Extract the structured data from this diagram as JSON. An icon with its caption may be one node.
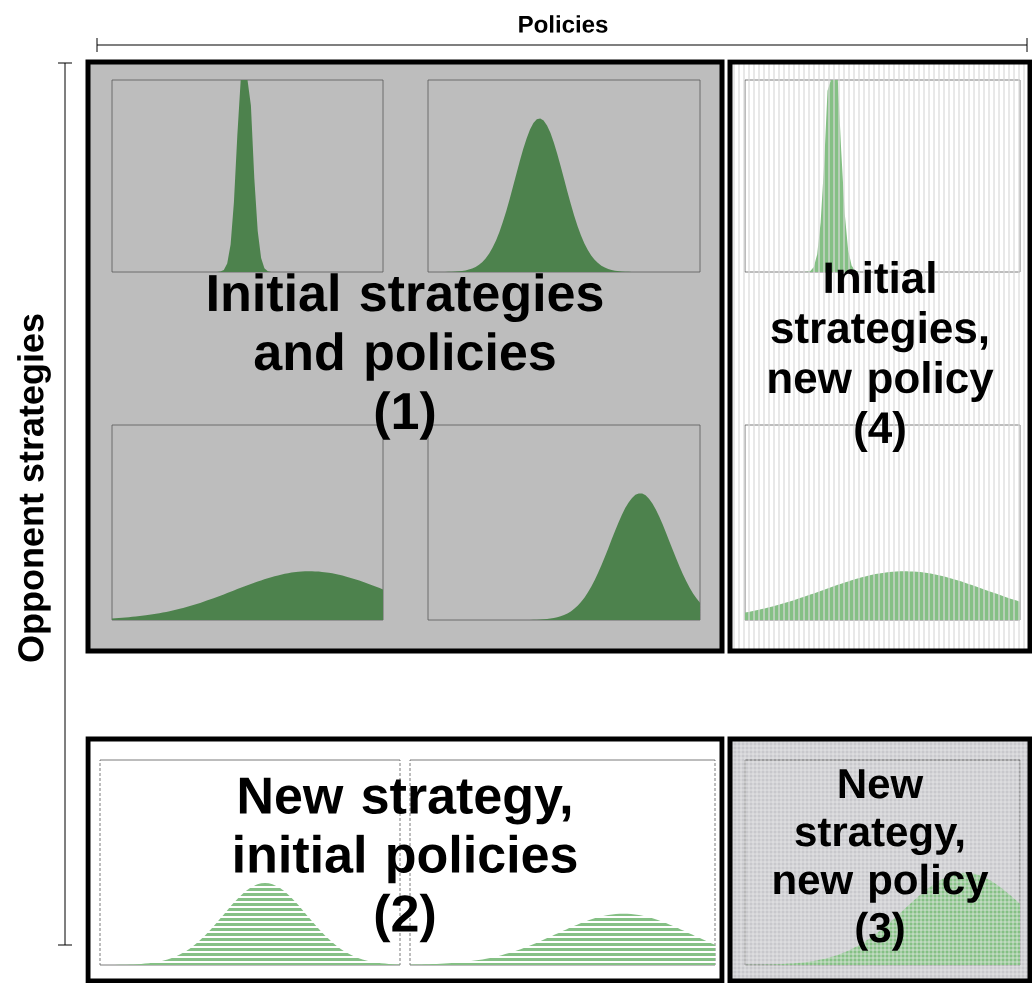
{
  "diagram": {
    "nodes": [
      {
        "text": [
          "Initial strategies and policies",
          "(1)"
        ]
      },
      {
        "text": [
          "New strategy, initial policies",
          "(2)"
        ]
      },
      {
        "text": [
          "New strategy, new policy",
          "(3)"
        ]
      },
      {
        "text": [
          "Initial strategies, new policy",
          "(4)"
        ]
      }
    ],
    "labels": [
      "Policies",
      "Opponent strategies"
    ]
  }
}
